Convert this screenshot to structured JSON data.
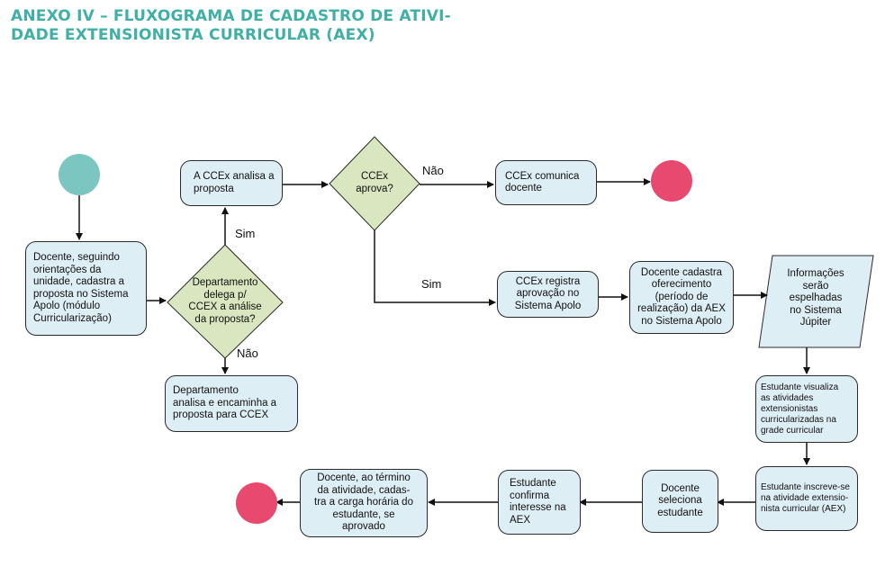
{
  "title": {
    "line1": "ANEXO IV – FLUXOGRAMA DE CADASTRO DE ATIVI-",
    "line2": "DADE EXTENSIONISTA CURRICULAR (AEX)"
  },
  "colors": {
    "title": "#3fb0a5",
    "start": "#7cc6c2",
    "end": "#e8496e",
    "process_fill": "#deeef5",
    "decision_fill": "#d9e6bf",
    "parallelogram_fill": "#deeef5"
  },
  "nodes": {
    "docente_cadastra": "Docente, seguindo\norientações da\nunidade, cadastra a\nproposta no Sistema\nApolo (módulo\nCurricularização)",
    "decision_departamento": "Departamento\ndelega p/\nCCEX a análise\nda proposta?",
    "departamento_analisa": "Departamento\nanalisa e encaminha a\nproposta para CCEX",
    "ccex_analisa": "A CCEx analisa a\nproposta",
    "decision_ccex": "CCEx\naprova?",
    "ccex_comunica": "CCEx comunica\ndocente",
    "ccex_registra": "CCEx registra\naprovação no\nSistema  Apolo",
    "docente_cadastra_oferecimento": "Docente cadastra\noferecimento\n(período de\nrealização) da AEX\nno Sistema Apolo",
    "informacoes_espelhadas": "Informações\nserão\nespelhadas\nno Sistema\nJúpiter",
    "estudante_visualiza": "Estudante visualiza\nas atividades\nextensionistas\ncurricularizadas na\ngrade curricular",
    "estudante_inscreve": "Estudante inscreve-se\nna atividade extensio-\nnista curricular (AEX)",
    "docente_seleciona": "Docente\nseleciona\nestudante",
    "estudante_confirma": "Estudante\nconfirma\ninteresse na\nAEX",
    "docente_termino": "Docente, ao término\nda atividade, cadas-\ntra a carga horária do\nestudante, se\naprovado"
  },
  "edge_labels": {
    "sim_departamento": "Sim",
    "nao_departamento": "Não",
    "nao_ccex": "Não",
    "sim_ccex": "Sim"
  }
}
